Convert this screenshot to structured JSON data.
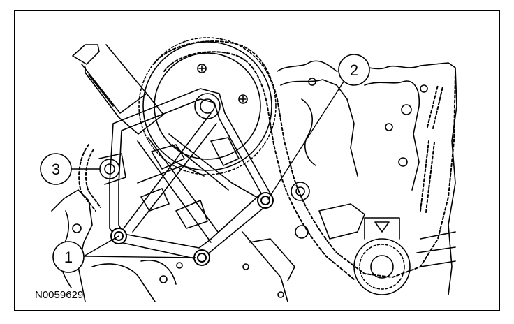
{
  "figure": {
    "id_label": "N0059629",
    "callouts": [
      {
        "label": "1"
      },
      {
        "label": "2"
      },
      {
        "label": "3"
      }
    ]
  },
  "colors": {
    "line": "#000000",
    "background": "#ffffff"
  }
}
